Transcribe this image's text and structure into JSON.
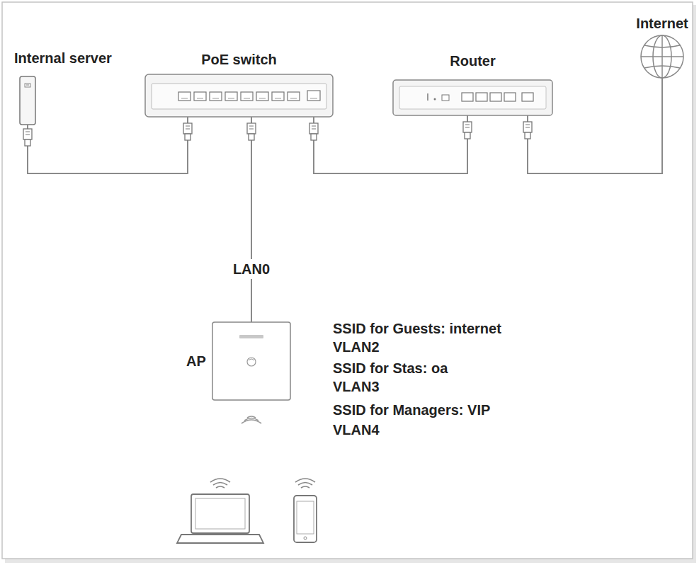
{
  "diagram": {
    "nodes": [
      {
        "text": [
          "Internal server"
        ]
      },
      {
        "text": [
          "PoE switch"
        ]
      },
      {
        "text": [
          "Router"
        ]
      },
      {
        "text": [
          "Internet"
        ]
      },
      {
        "text": [
          "AP"
        ]
      }
    ],
    "edges": [
      {
        "from": 0,
        "to": 1,
        "arrow": "none"
      },
      {
        "from": 1,
        "to": 2,
        "arrow": "none"
      },
      {
        "from": 2,
        "to": 3,
        "arrow": "none"
      },
      {
        "from": 1,
        "to": 4,
        "label": "LAN0",
        "arrow": "none"
      }
    ],
    "labels": [
      "SSID for Guests: internet",
      "VLAN2",
      "SSID for Stas: oa",
      "VLAN3",
      "SSID for Managers: VIP",
      "VLAN4"
    ]
  }
}
